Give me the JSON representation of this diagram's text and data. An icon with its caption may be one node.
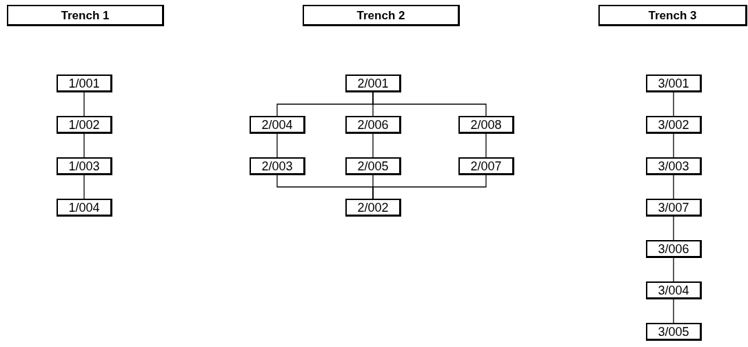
{
  "diagram": {
    "nodes": [
      {
        "text": [
          "Trench 1"
        ]
      },
      {
        "text": [
          "Trench 2"
        ]
      },
      {
        "text": [
          "Trench 3"
        ]
      },
      {
        "text": [
          "1/001"
        ]
      },
      {
        "text": [
          "1/002"
        ]
      },
      {
        "text": [
          "1/003"
        ]
      },
      {
        "text": [
          "1/004"
        ]
      },
      {
        "text": [
          "2/001"
        ]
      },
      {
        "text": [
          "2/004"
        ]
      },
      {
        "text": [
          "2/006"
        ]
      },
      {
        "text": [
          "2/008"
        ]
      },
      {
        "text": [
          "2/003"
        ]
      },
      {
        "text": [
          "2/005"
        ]
      },
      {
        "text": [
          "2/007"
        ]
      },
      {
        "text": [
          "2/002"
        ]
      },
      {
        "text": [
          "3/001"
        ]
      },
      {
        "text": [
          "3/002"
        ]
      },
      {
        "text": [
          "3/003"
        ]
      },
      {
        "text": [
          "3/007"
        ]
      },
      {
        "text": [
          "3/006"
        ]
      },
      {
        "text": [
          "3/004"
        ]
      },
      {
        "text": [
          "3/005"
        ]
      }
    ],
    "edges": [
      {
        "from": 3,
        "to": 4,
        "arrow": "none"
      },
      {
        "from": 4,
        "to": 5,
        "arrow": "none"
      },
      {
        "from": 5,
        "to": 6,
        "arrow": "none"
      },
      {
        "from": 7,
        "to": 8,
        "arrow": "none"
      },
      {
        "from": 7,
        "to": 9,
        "arrow": "none"
      },
      {
        "from": 7,
        "to": 10,
        "arrow": "none"
      },
      {
        "from": 8,
        "to": 11,
        "arrow": "none"
      },
      {
        "from": 9,
        "to": 12,
        "arrow": "none"
      },
      {
        "from": 10,
        "to": 13,
        "arrow": "none"
      },
      {
        "from": 11,
        "to": 14,
        "arrow": "none"
      },
      {
        "from": 12,
        "to": 14,
        "arrow": "none"
      },
      {
        "from": 13,
        "to": 14,
        "arrow": "none"
      },
      {
        "from": 15,
        "to": 16,
        "arrow": "none"
      },
      {
        "from": 16,
        "to": 17,
        "arrow": "none"
      },
      {
        "from": 17,
        "to": 18,
        "arrow": "none"
      },
      {
        "from": 18,
        "to": 19,
        "arrow": "none"
      },
      {
        "from": 19,
        "to": 20,
        "arrow": "none"
      },
      {
        "from": 20,
        "to": 21,
        "arrow": "none"
      }
    ]
  }
}
